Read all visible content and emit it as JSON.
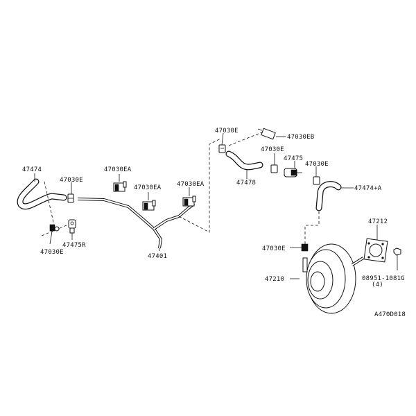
{
  "labels": {
    "hose_left": "47474",
    "clip_left_top": "47030E",
    "clip_left_bottom": "47030E",
    "valve_left": "47475R",
    "clamp_1": "47030EA",
    "clamp_2": "47030EA",
    "clamp_3": "47030EA",
    "tube": "47401",
    "clip_top": "47030E",
    "connector_top": "47030EB",
    "hose_mid": "47478",
    "clip_mid": "47030E",
    "valve_mid": "47475",
    "clip_right": "47030E",
    "hose_right": "47474+A",
    "clip_booster": "47030E",
    "gasket": "47212",
    "booster": "47210",
    "nut": "08951-1081G",
    "nut_qty": "(4)",
    "diagram_code": "A470D018"
  }
}
